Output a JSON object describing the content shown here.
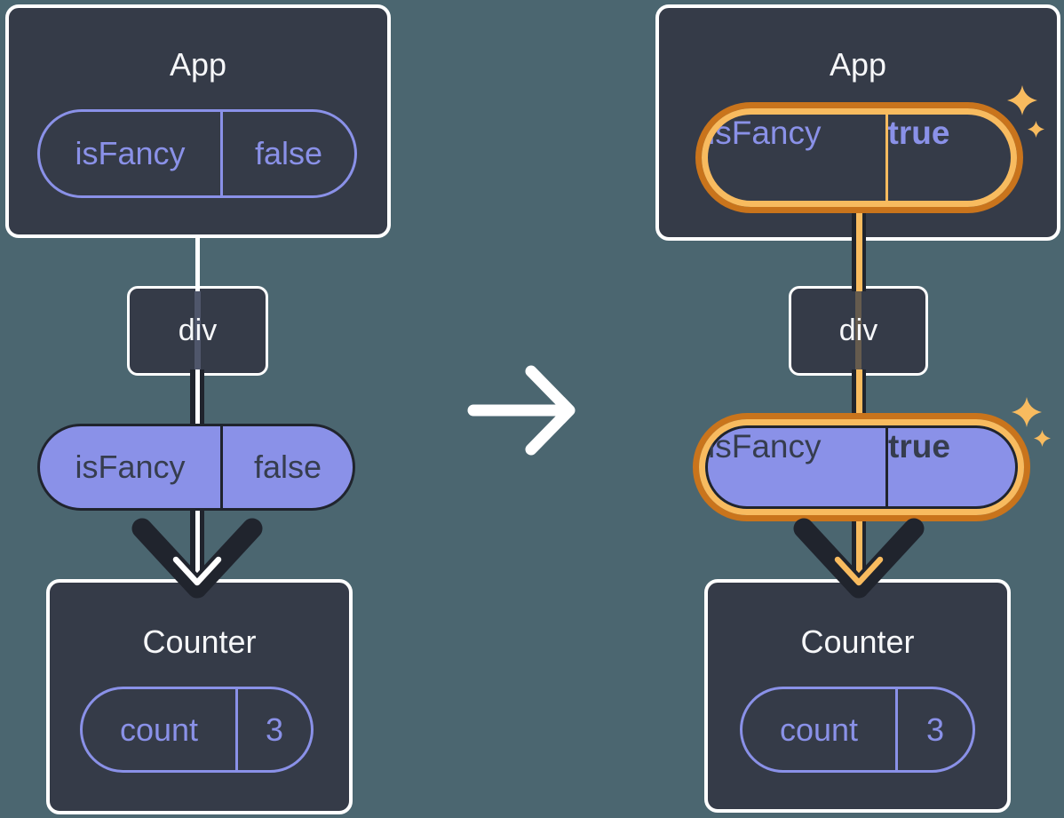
{
  "colors": {
    "background": "#4b6670",
    "card_background": "#353b48",
    "card_border": "#ffffff",
    "purple": "#8a91e8",
    "pill_text_dark": "#363d4e",
    "arrow_dark": "#20242d",
    "orange_dark": "#c9741c",
    "orange_light": "#f8bb5f",
    "text_light": "#f6f7f9"
  },
  "left_diagram": {
    "app_card": {
      "title": "App",
      "state_pill": {
        "key": "isFancy",
        "value": "false"
      }
    },
    "div_node": {
      "label": "div"
    },
    "prop_pill": {
      "key": "isFancy",
      "value": "false"
    },
    "counter_card": {
      "title": "Counter",
      "state_pill": {
        "key": "count",
        "value": "3"
      }
    }
  },
  "right_diagram": {
    "app_card": {
      "title": "App",
      "state_pill": {
        "key": "isFancy",
        "value": "true"
      }
    },
    "div_node": {
      "label": "div"
    },
    "prop_pill": {
      "key": "isFancy",
      "value": "true"
    },
    "counter_card": {
      "title": "Counter",
      "state_pill": {
        "key": "count",
        "value": "3"
      }
    }
  },
  "icons": {
    "transition_arrow": "right-arrow",
    "sparkles": "sparkle"
  }
}
